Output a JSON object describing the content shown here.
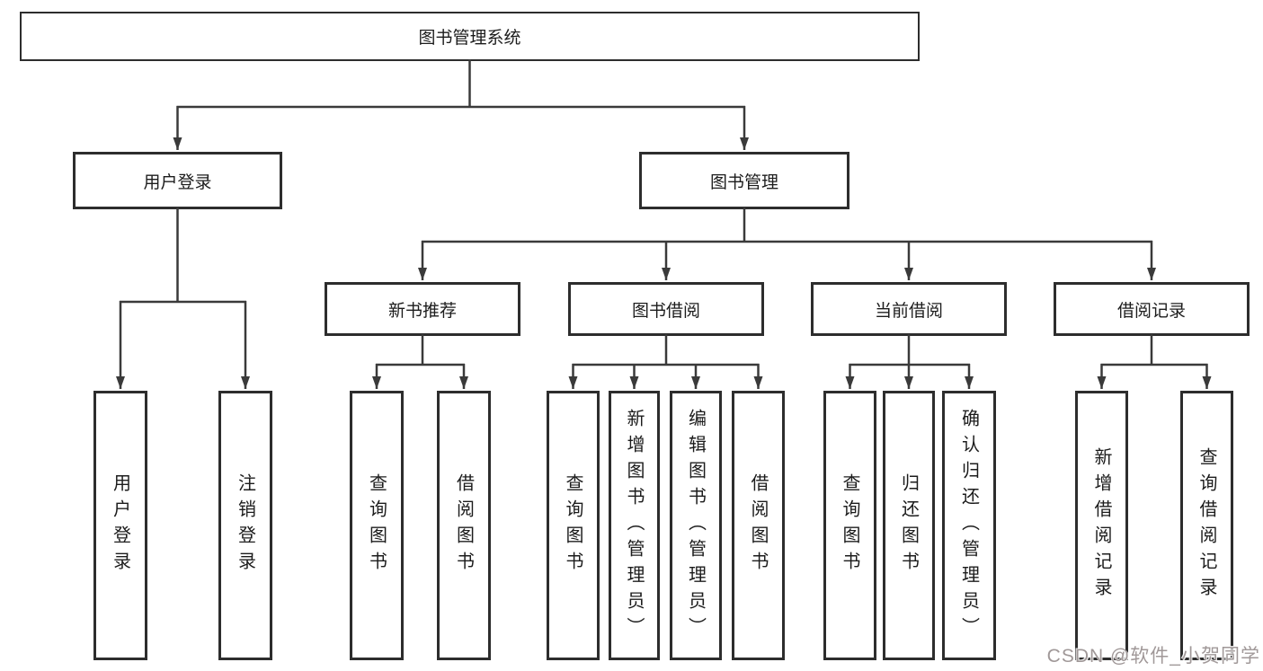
{
  "colors": {
    "box_border": "#2d2d2d",
    "connector_line": "#3a3a3a",
    "text": "#1c1c1c",
    "watermark_text": "#a09898"
  },
  "watermark": "CSDN @软件_小贺同学",
  "tree": {
    "root": {
      "label": "图书管理系统"
    },
    "branches": [
      {
        "label": "用户登录",
        "children": [
          {
            "label": "用户登录"
          },
          {
            "label": "注销登录"
          }
        ]
      },
      {
        "label": "图书管理",
        "children": [
          {
            "label": "新书推荐",
            "children": [
              {
                "label": "查询图书"
              },
              {
                "label": "借阅图书"
              }
            ]
          },
          {
            "label": "图书借阅",
            "children": [
              {
                "label": "查询图书"
              },
              {
                "label": "新增图书（管理员）"
              },
              {
                "label": "编辑图书（管理员）"
              },
              {
                "label": "借阅图书"
              }
            ]
          },
          {
            "label": "当前借阅",
            "children": [
              {
                "label": "查询图书"
              },
              {
                "label": "归还图书"
              },
              {
                "label": "确认归还（管理员）"
              }
            ]
          },
          {
            "label": "借阅记录",
            "children": [
              {
                "label": "新增借阅记录"
              },
              {
                "label": "查询借阅记录"
              }
            ]
          }
        ]
      }
    ]
  }
}
